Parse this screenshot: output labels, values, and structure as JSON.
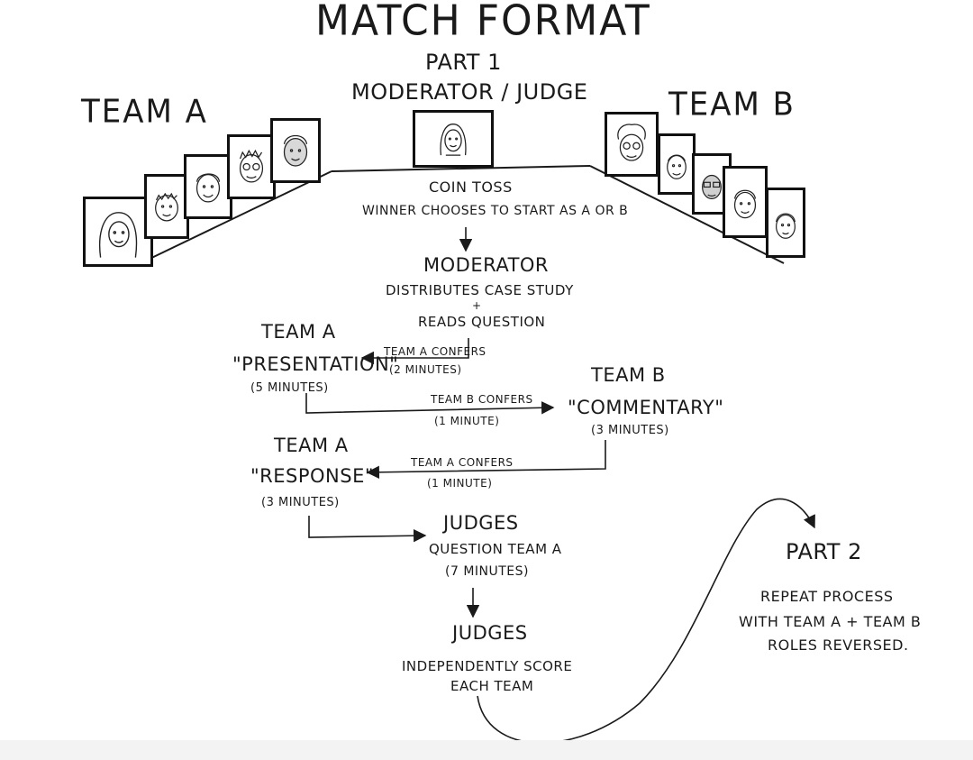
{
  "title": "MATCH FORMAT",
  "part1": {
    "label": "PART 1",
    "moderator_judge": "MODERATOR / JUDGE"
  },
  "teams": {
    "team_a": "TEAM A",
    "team_b": "TEAM B"
  },
  "steps": {
    "coin_toss": "COIN TOSS",
    "coin_toss_detail": "WINNER CHOOSES TO START AS A OR B",
    "moderator": "MODERATOR",
    "moderator_detail_1": "DISTRIBUTES CASE STUDY",
    "moderator_plus": "+",
    "moderator_detail_2": "READS QUESTION",
    "presentation_team": "TEAM A",
    "presentation": "\"PRESENTATION\"",
    "presentation_time": "(5 MINUTES)",
    "confer_1": "TEAM A CONFERS",
    "confer_1_time": "(2 MINUTES)",
    "commentary_team": "TEAM B",
    "commentary": "\"COMMENTARY\"",
    "commentary_time": "(3 MINUTES)",
    "confer_2": "TEAM B CONFERS",
    "confer_2_time": "(1 MINUTE)",
    "response_team": "TEAM A",
    "response": "\"RESPONSE\"",
    "response_time": "(3 MINUTES)",
    "confer_3": "TEAM A CONFERS",
    "confer_3_time": "(1 MINUTE)",
    "judges_question": "JUDGES",
    "judges_question_detail": "QUESTION TEAM A",
    "judges_question_time": "(7 MINUTES)",
    "judges_score": "JUDGES",
    "judges_score_detail_1": "INDEPENDENTLY SCORE",
    "judges_score_detail_2": "EACH TEAM"
  },
  "part2": {
    "label": "PART 2",
    "line_1": "REPEAT PROCESS",
    "line_2": "WITH TEAM A + TEAM B",
    "line_3": "ROLES REVERSED."
  }
}
